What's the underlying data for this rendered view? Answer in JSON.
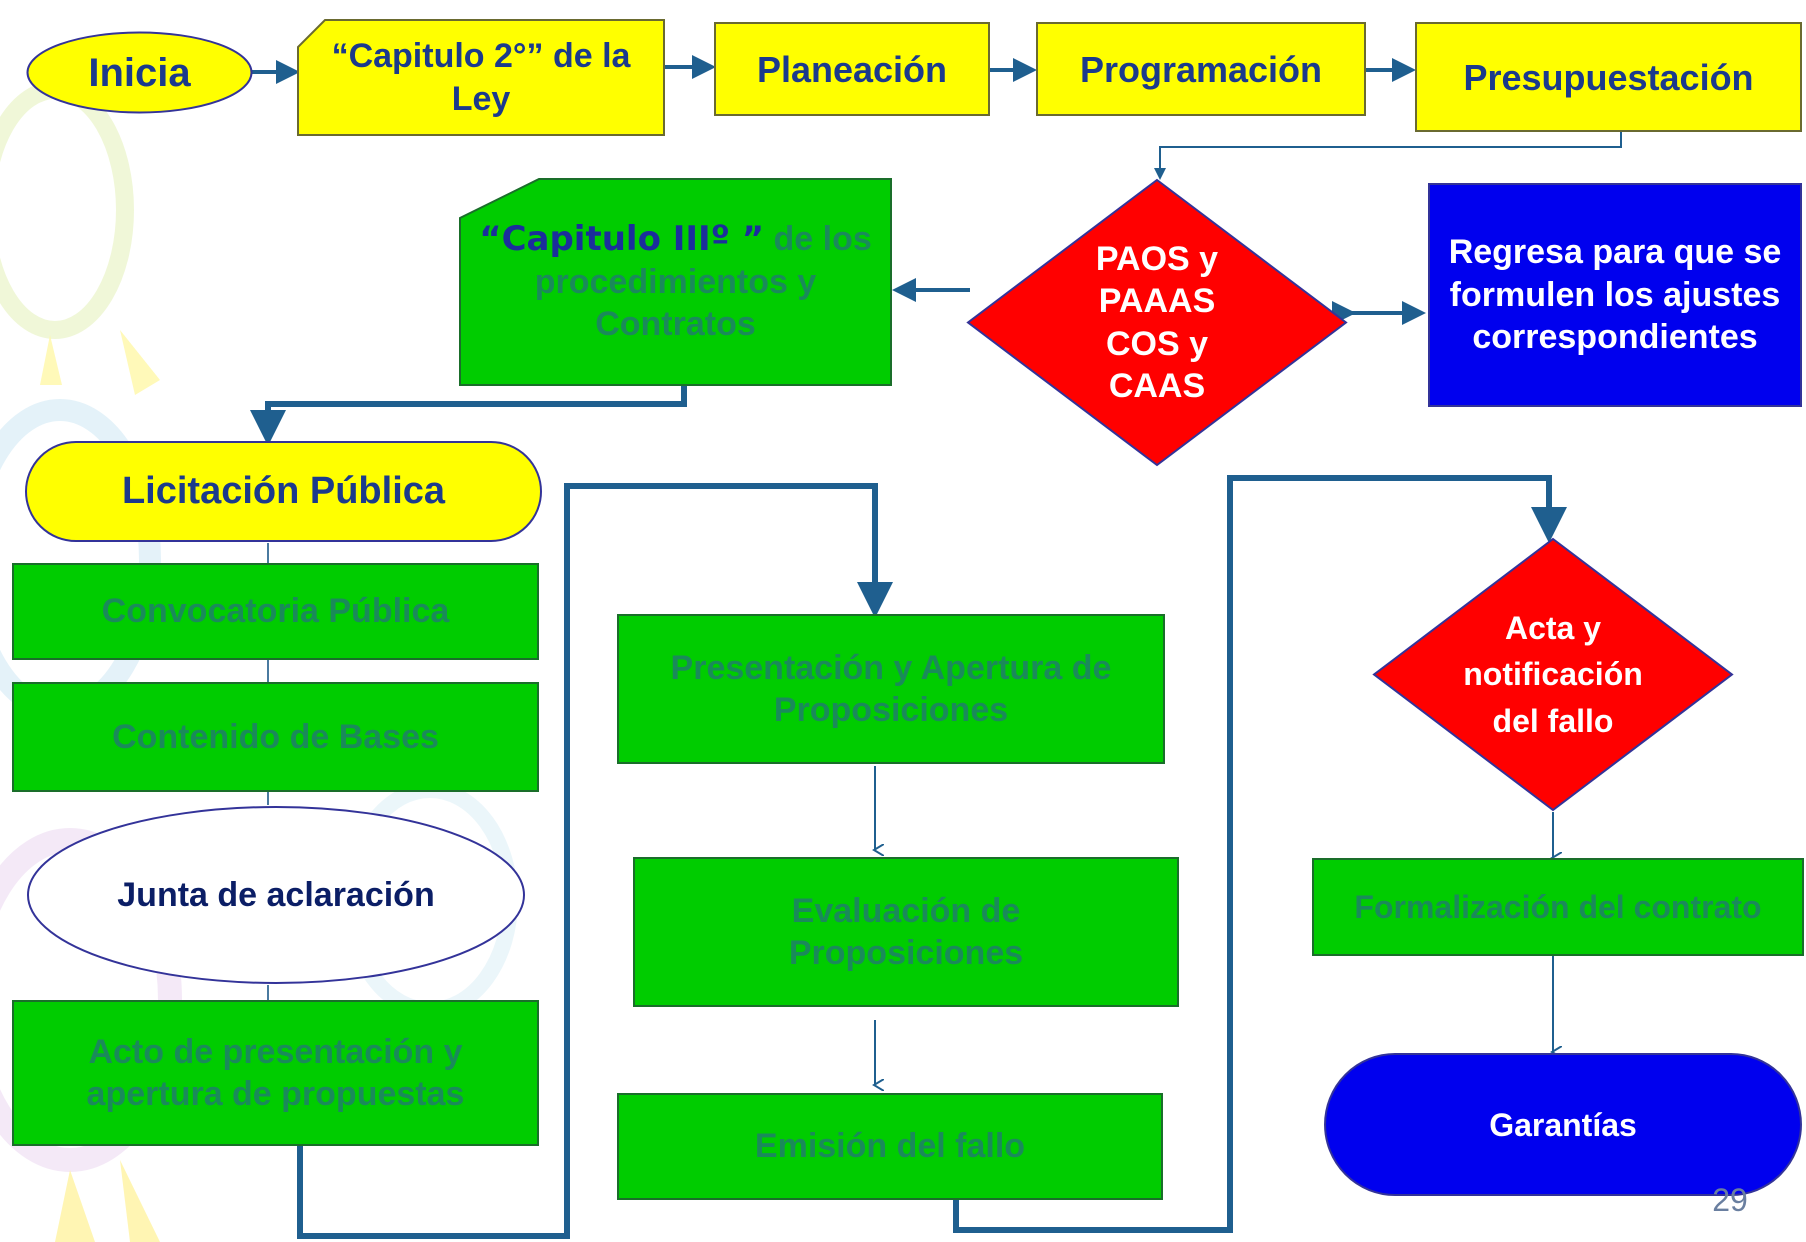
{
  "colors": {
    "yellow": "#ffff00",
    "green": "#00cc00",
    "red": "#ff0000",
    "blue": "#0000ee",
    "arrow": "#1f5f8f",
    "text_dark": "#1b3a8c",
    "text_green": "#1a8a5a"
  },
  "top_row": {
    "start": "Inicia",
    "chapter2": "“Capitulo 2°” de la Ley",
    "planning": "Planeación",
    "programming": "Programación",
    "budgeting": "Presupuestación"
  },
  "decision_paos": "PAOS y PAAAS COS y CAAS",
  "return_box": "Regresa para que se formulen los ajustes correspondientes",
  "chapter3": {
    "highlight": "“Capitulo IIIº ”",
    "rest": " de los procedimientos y Contratos"
  },
  "column1": {
    "tender": "Licitación Pública",
    "call": "Convocatoria Pública",
    "bases": "Contenido de Bases",
    "clarification": "Junta de aclaración",
    "opening_act": "Acto de presentación y apertura de propuestas"
  },
  "column2": {
    "presentation": "Presentación y Apertura de Proposiciones",
    "evaluation": "Evaluación de Proposiciones",
    "ruling": "Emisión del fallo"
  },
  "column3": {
    "notification": "Acta y notificación del fallo",
    "formalization": "Formalización del contrato",
    "guarantees": "Garantías"
  },
  "page_number": "29"
}
